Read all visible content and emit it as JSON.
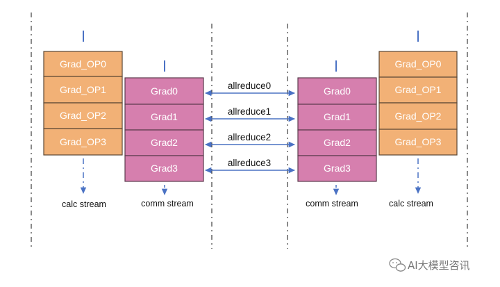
{
  "colors": {
    "calc_fill": "#F2B176",
    "calc_stroke": "#5a4634",
    "comm_fill": "#D67FAE",
    "comm_stroke": "#5a3a4c",
    "arrow": "#4a72c4",
    "divider": "#3b3b3b",
    "watermark": "#777777"
  },
  "left": {
    "calc_ops": [
      "Grad_OP0",
      "Grad_OP1",
      "Grad_OP2",
      "Grad_OP3"
    ],
    "comm_grads": [
      "Grad0",
      "Grad1",
      "Grad2",
      "Grad3"
    ],
    "calc_label": "calc stream",
    "comm_label": "comm stream"
  },
  "right": {
    "comm_grads": [
      "Grad0",
      "Grad1",
      "Grad2",
      "Grad3"
    ],
    "calc_ops": [
      "Grad_OP0",
      "Grad_OP1",
      "Grad_OP2",
      "Grad_OP3"
    ],
    "comm_label": "comm stream",
    "calc_label": "calc stream"
  },
  "allreduce": [
    "allreduce0",
    "allreduce1",
    "allreduce2",
    "allreduce3"
  ],
  "watermark": {
    "icon": "wechat-icon",
    "text": "AI大模型咨讯"
  }
}
